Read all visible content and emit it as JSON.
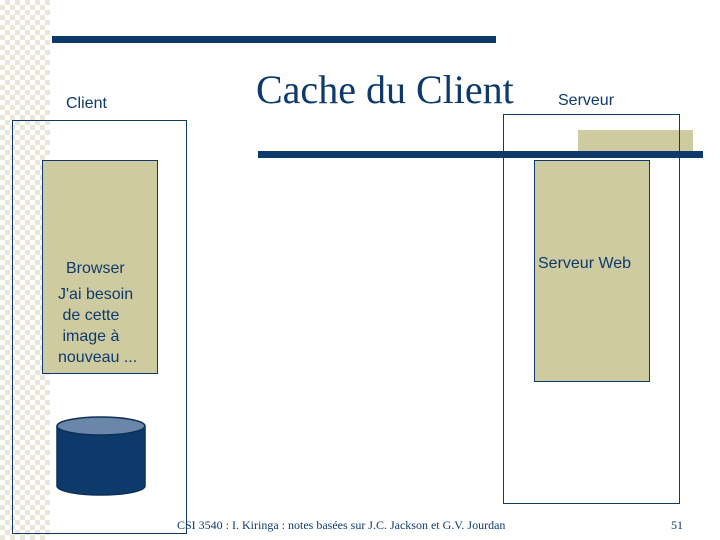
{
  "slide": {
    "title": "Cache du Client",
    "client_label": "Client",
    "server_label": "Serveur"
  },
  "client": {
    "browser_label": "Browser",
    "message": "J'ai besoin\n de cette\n image à\nnouveau ..."
  },
  "server": {
    "web_server_label": "Serveur Web"
  },
  "footer": {
    "text": "CSI 3540 : I. Kiringa : notes basées sur J.C. Jackson et G.V. Jourdan",
    "page_number": "51"
  },
  "colors": {
    "navy": "#0d3a6b",
    "khaki": "#cfcba0"
  },
  "icons": {
    "cache": "database-cylinder-icon"
  }
}
